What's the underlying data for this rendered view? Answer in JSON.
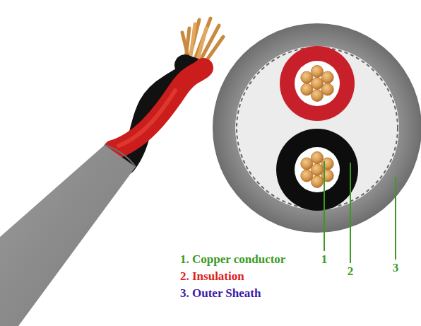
{
  "diagram": {
    "labels": [
      "1. Copper conductor",
      "2. Insulation",
      "3. Outer Sheath",
      "1",
      "2",
      "3"
    ]
  }
}
